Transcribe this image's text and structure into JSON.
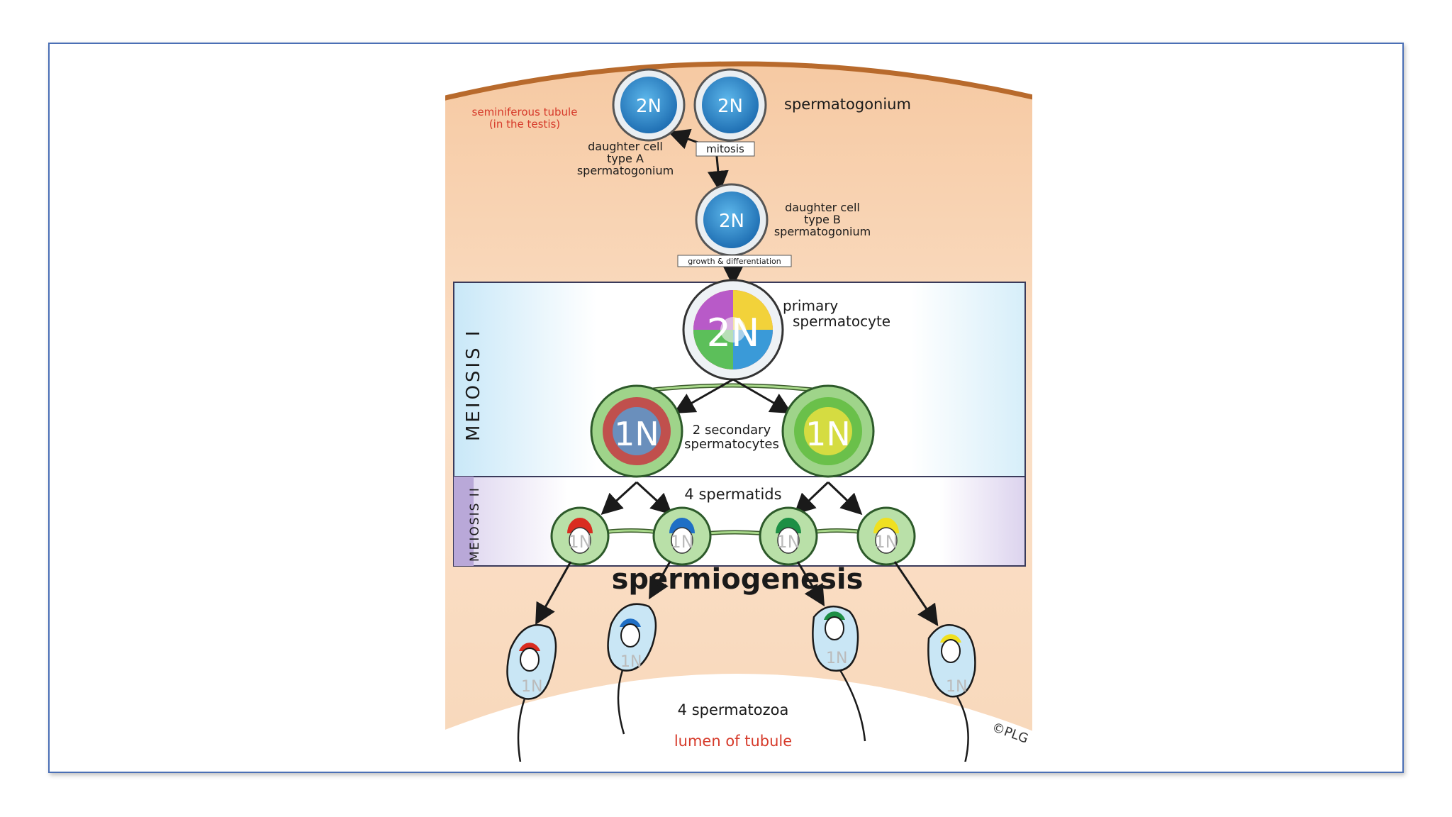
{
  "labels": {
    "tubule": "seminiferous tubule",
    "tubule_sub": "(in the testis)",
    "spermatogonium": "spermatogonium",
    "daughter_a_1": "daughter cell",
    "daughter_a_2": "type A",
    "daughter_a_3": "spermatogonium",
    "mitosis": "mitosis",
    "daughter_b_1": "daughter cell",
    "daughter_b_2": "type B",
    "daughter_b_3": "spermatogonium",
    "growth": "growth & differentiation",
    "meiosis1": "MEIOSIS I",
    "meiosis2": "MEIOSIS II",
    "primary_1": "primary",
    "primary_2": "spermatocyte",
    "secondary_1": "2 secondary",
    "secondary_2": "spermatocytes",
    "spermatids": "4 spermatids",
    "spermiogenesis": "spermiogenesis",
    "spermatozoa": "4 spermatozoa",
    "lumen": "lumen of tubule",
    "copyright": "©PLG"
  },
  "cells": {
    "two_n": "2N",
    "one_n": "1N"
  },
  "colors": {
    "tubule_red": "#d63a2a",
    "lumen_red": "#d63a2a",
    "cell_blue": "#2a84c8",
    "meiosis1_bg": "#dff1fb",
    "meiosis2_bg": "#e9e2f3",
    "sperm_caps": [
      "#d92c20",
      "#1f6fc5",
      "#1d8f45",
      "#f0e020"
    ]
  }
}
